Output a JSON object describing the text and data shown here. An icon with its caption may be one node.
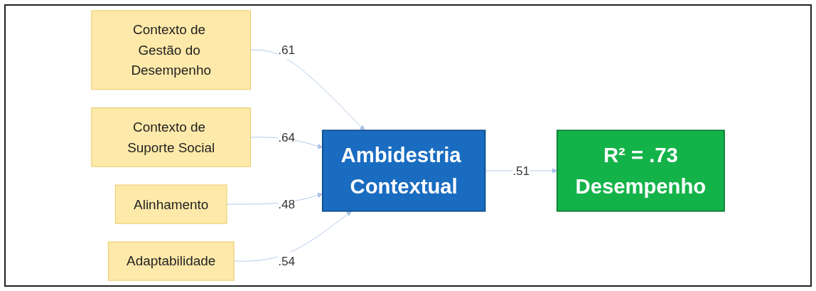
{
  "diagram": {
    "nodes": [
      {
        "text": [
          "Alinhamento"
        ]
      },
      {
        "text": [
          "Contexto de Gestão do Desempenho"
        ]
      },
      {
        "text": [
          "Contexto de Suporte Social"
        ]
      },
      {
        "text": [
          "Ambidestria Contextual"
        ]
      },
      {
        "text": [
          "R² = .73",
          "Desempenho"
        ]
      },
      {
        "text": [
          "Adaptabilidade"
        ]
      }
    ],
    "edges": [
      {
        "from": 1,
        "to": 3,
        "arrow": "to",
        "label": ".61"
      },
      {
        "from": 2,
        "to": 3,
        "arrow": "to",
        "label": ".64"
      },
      {
        "from": 0,
        "to": 3,
        "arrow": "to",
        "label": ".48"
      },
      {
        "from": 5,
        "to": 3,
        "arrow": "to",
        "label": ".54"
      },
      {
        "from": 3,
        "to": 4,
        "arrow": "to",
        "label": ".51"
      }
    ]
  }
}
